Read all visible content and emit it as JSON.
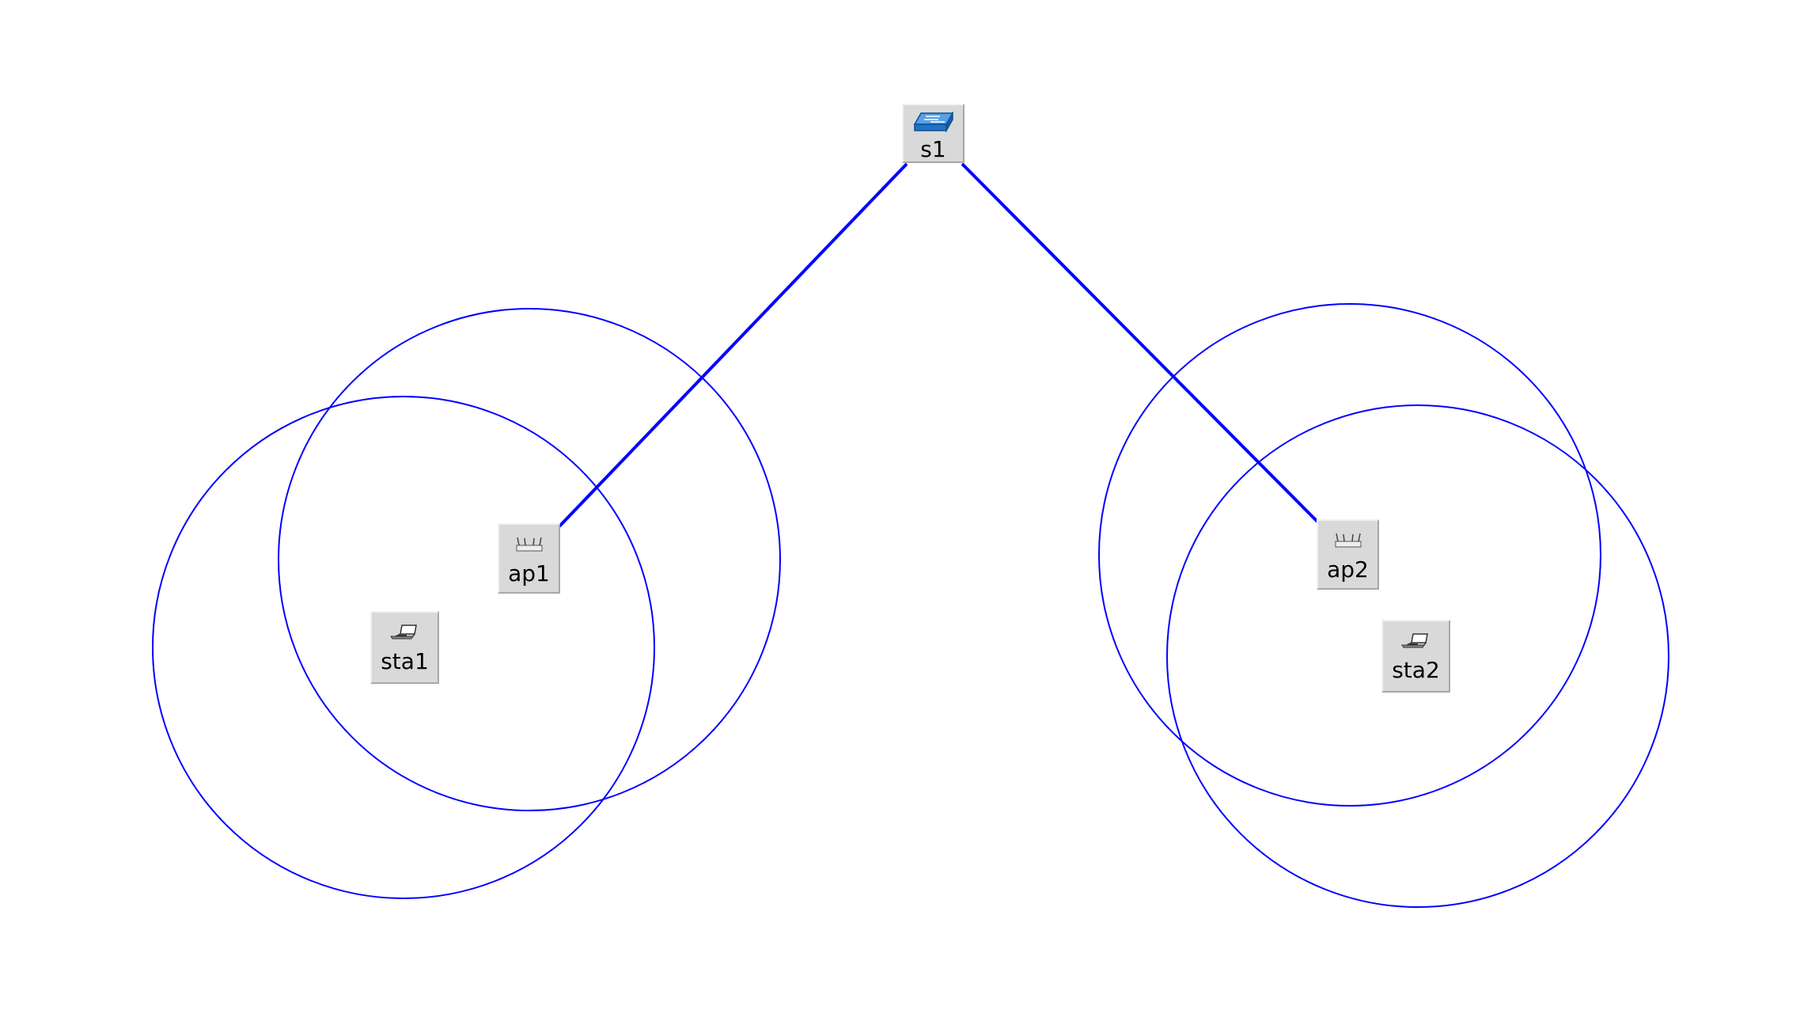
{
  "topology": {
    "colors": {
      "link": "#0000ff",
      "range_circle": "#0000ff",
      "node_background": "#d9d9d9",
      "switch_icon": "#1e73c8"
    },
    "nodes": [
      {
        "id": "s1",
        "label": "s1",
        "type": "switch",
        "icon": "switch-icon"
      },
      {
        "id": "ap1",
        "label": "ap1",
        "type": "access-point",
        "icon": "access-point-icon"
      },
      {
        "id": "ap2",
        "label": "ap2",
        "type": "access-point",
        "icon": "access-point-icon"
      },
      {
        "id": "sta1",
        "label": "sta1",
        "type": "station",
        "icon": "laptop-icon"
      },
      {
        "id": "sta2",
        "label": "sta2",
        "type": "station",
        "icon": "laptop-icon"
      }
    ],
    "links": [
      {
        "from": "s1",
        "to": "ap1"
      },
      {
        "from": "s1",
        "to": "ap2"
      }
    ],
    "range_circles": [
      {
        "node": "ap1"
      },
      {
        "node": "sta1"
      },
      {
        "node": "ap2"
      },
      {
        "node": "sta2"
      }
    ]
  }
}
